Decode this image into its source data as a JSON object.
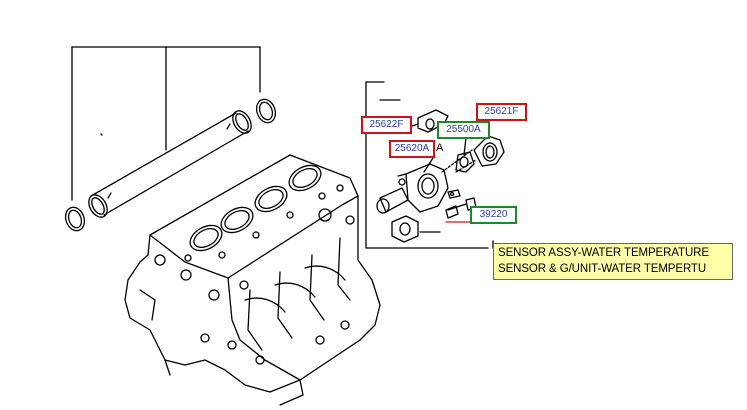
{
  "parts": {
    "p25622F": "25622F",
    "p25621F": "25621F",
    "p25500A": "25500A",
    "p25620A": "25620A",
    "p39220": "39220"
  },
  "callout": {
    "letter": "A"
  },
  "tooltip": {
    "line1": "SENSOR ASSY-WATER TEMPERATURE",
    "line2": "SENSOR & G/UNIT-WATER TEMPERTU"
  },
  "colors": {
    "red_box": "#d1121b",
    "green_box": "#1d8a2a",
    "label_text": "#2b3fa8",
    "tooltip_bg": "#ffffa8"
  }
}
